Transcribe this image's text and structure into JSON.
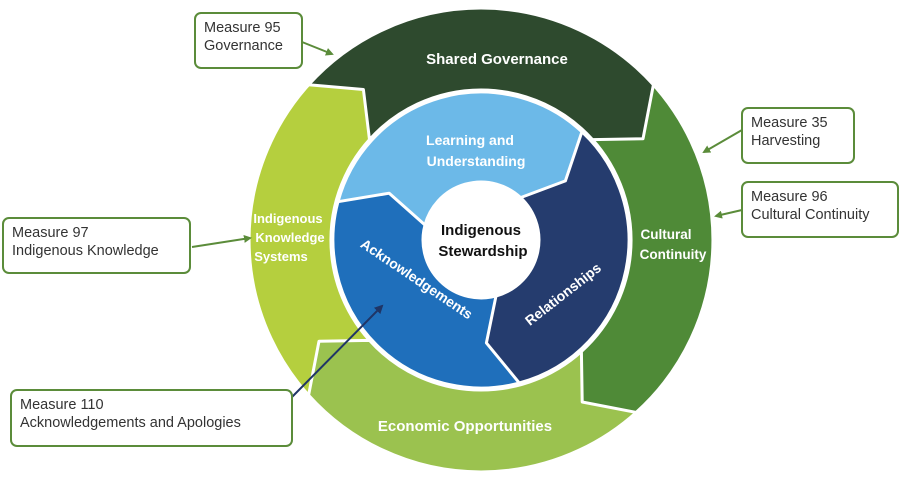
{
  "diagram": {
    "center": {
      "line1": "Indigenous",
      "line2": "Stewardship"
    },
    "outer_ring": {
      "shared_governance": {
        "label": "Shared Governance",
        "color": "#2e4a2e"
      },
      "cultural_continuity": {
        "line1": "Cultural",
        "line2": "Continuity",
        "color": "#4f8a37"
      },
      "economic_opportunities": {
        "label": "Economic Opportunities",
        "color": "#9bc24f"
      },
      "indigenous_knowledge_systems": {
        "line1": "Indigenous",
        "line2": "Knowledge",
        "line3": "Systems",
        "color": "#b5cf3e"
      }
    },
    "inner_ring": {
      "learning": {
        "line1": "Learning and",
        "line2": "Understanding",
        "color": "#6cb9e8"
      },
      "relationships": {
        "label": "Relationships",
        "color": "#253c6e"
      },
      "acknowledgements": {
        "label": "Acknowledgements",
        "color": "#1f6fbb"
      }
    }
  },
  "callouts": {
    "m95": {
      "line1": "Measure 95",
      "line2": "Governance"
    },
    "m35": {
      "line1": "Measure 35",
      "line2": "Harvesting"
    },
    "m96": {
      "line1": "Measure 96",
      "line2": "Cultural Continuity"
    },
    "m97": {
      "line1": "Measure 97",
      "line2": "Indigenous Knowledge"
    },
    "m110": {
      "line1": "Measure 110",
      "line2": "Acknowledgements and Apologies"
    }
  },
  "colors": {
    "callout_border": "#5b8c3a",
    "green_arrow": "#5b8c3a",
    "navy_arrow": "#1f3566"
  }
}
